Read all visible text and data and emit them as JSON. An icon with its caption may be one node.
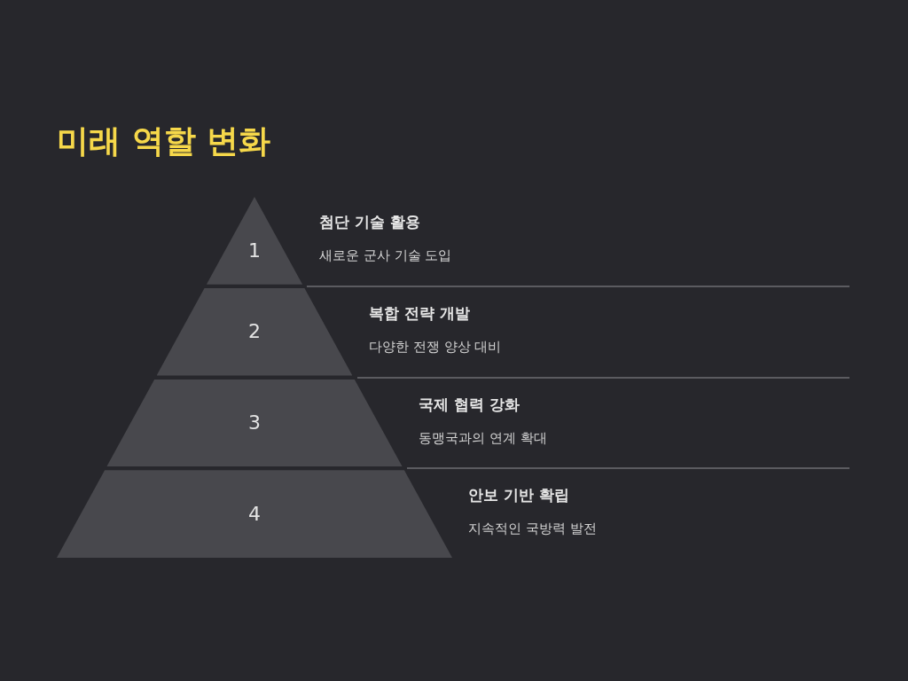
{
  "diagram": {
    "title": "미래 역할 변화",
    "nodes": [
      {
        "text": [
          "1"
        ],
        "beside": [
          "첨단 기술 활용",
          "새로운 군사 기술 도입"
        ]
      },
      {
        "text": [
          "2"
        ],
        "beside": [
          "복합 전략 개발",
          "다양한 전쟁 양상 대비"
        ]
      },
      {
        "text": [
          "3"
        ],
        "beside": [
          "국제 협력 강화",
          "동맹국과의 연계 확대"
        ]
      },
      {
        "text": [
          "4"
        ],
        "beside": [
          "안보 기반 확립",
          "지속적인 국방력 발전"
        ]
      }
    ]
  }
}
